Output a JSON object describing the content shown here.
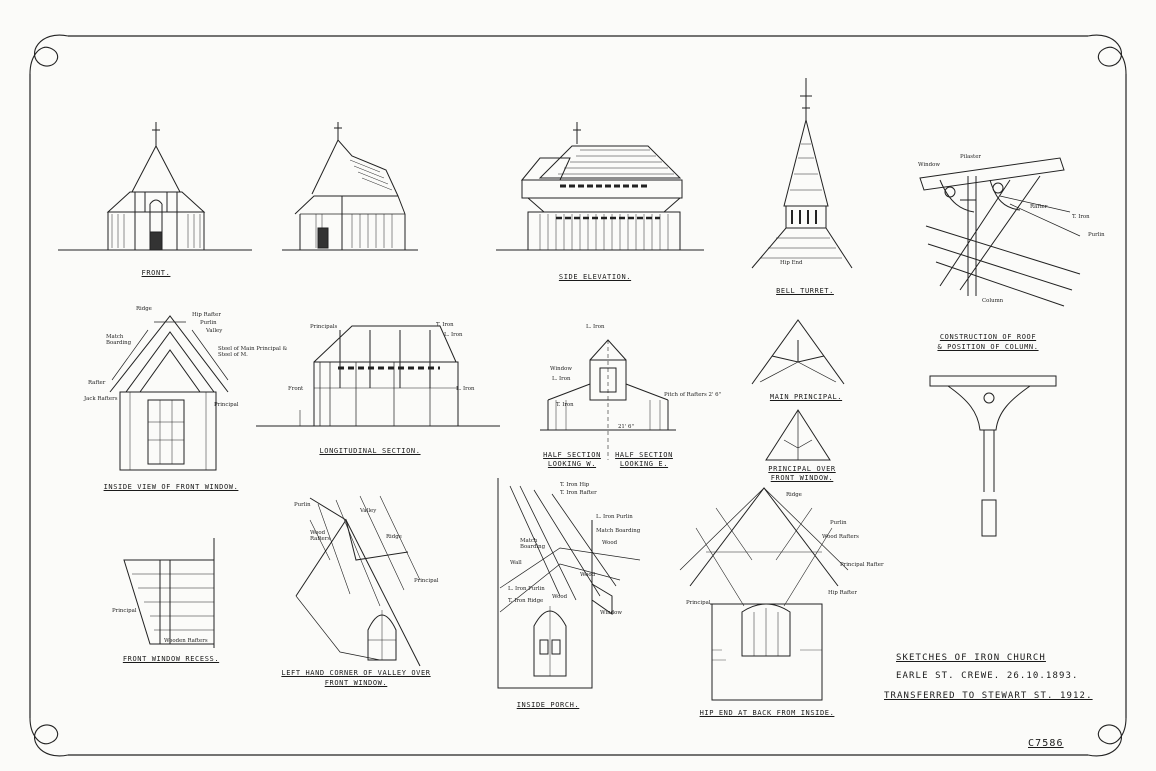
{
  "captions": {
    "front": "FRONT.",
    "side_elevation": "SIDE ELEVATION.",
    "bell_turret": "BELL TURRET.",
    "roof_construction": "CONSTRUCTION OF ROOF",
    "roof_construction_2": "& POSITION OF COLUMN.",
    "inside_front_window": "INSIDE VIEW OF FRONT WINDOW.",
    "longitudinal_section": "LONGITUDINAL SECTION.",
    "half_section_w": "HALF SECTION",
    "half_section_w_2": "LOOKING W.",
    "half_section_e": "HALF SECTION",
    "half_section_e_2": "LOOKING E.",
    "main_principal": "MAIN PRINCIPAL.",
    "principal_over": "PRINCIPAL OVER",
    "principal_over_2": "FRONT WINDOW.",
    "front_window_recess": "FRONT WINDOW RECESS.",
    "left_hand_corner": "LEFT HAND CORNER OF VALLEY OVER",
    "left_hand_corner_2": "FRONT WINDOW.",
    "inside_porch": "INSIDE PORCH.",
    "hip_end": "HIP END AT BACK FROM INSIDE."
  },
  "labels": {
    "bell": {
      "hip_end": "Hip End"
    },
    "roof": {
      "window": "Window",
      "pilaster": "Pilaster",
      "rafter": "Rafter",
      "t_iron": "T. Iron",
      "purlin": "Purlin",
      "column": "Column"
    },
    "inside_window": {
      "ridge": "Ridge",
      "hip_rafter": "Hip Rafter",
      "purlin": "Purlin",
      "valley": "Valley",
      "match_boarding": "Match Boarding",
      "steel_main": "Steel of Main Principal &",
      "steel_main_2": "Steel of M.",
      "rafter": "Rafter",
      "jack_rafters": "Jack Rafters",
      "principal": "Principal"
    },
    "longitudinal": {
      "principals": "Principals",
      "t_iron": "T. Iron",
      "l_iron": "L. Iron",
      "front": "Front",
      "l_iron_2": "L. Iron"
    },
    "half": {
      "l_iron": "L. Iron",
      "window": "Window",
      "l_iron_2": "L. Iron",
      "t_iron": "T. Iron",
      "pitch": "Pitch of Rafters 2' 6\"",
      "dim": "21' 6\""
    },
    "recess": {
      "principal": "Principal",
      "wooden_rafters": "Wooden Rafters"
    },
    "corner": {
      "purlin": "Purlin",
      "valley": "Valley",
      "wood_rafters": "Wood Rafters",
      "ridge": "Ridge",
      "principal": "Principal"
    },
    "porch": {
      "t_iron_hip": "T. Iron Hip",
      "t_iron_rafter": "T. Iron Rafter",
      "l_iron_purlin": "L. Iron Purlin",
      "match_boarding": "Match Boarding",
      "match_boarding_2": "Match Boarding",
      "wood": "Wood",
      "wall": "Wall",
      "l_iron_purlin_2": "L. Iron Purlin",
      "wood_2": "Wood",
      "t_iron_ridge": "T. Iron Ridge",
      "wood_3": "Wood",
      "window": "Window"
    },
    "hip": {
      "ridge": "Ridge",
      "purlin": "Purlin",
      "wood_rafters": "Wood Rafters",
      "principal_rafter": "Principal Rafter",
      "hip_rafter": "Hip Rafter",
      "principal": "Principal"
    }
  },
  "title_block": {
    "line1": "SKETCHES OF IRON CHURCH",
    "line2": "EARLE ST. CREWE.  26.10.1893.",
    "line3": "TRANSFERRED TO STEWART ST. 1912."
  },
  "reference": "C7586"
}
